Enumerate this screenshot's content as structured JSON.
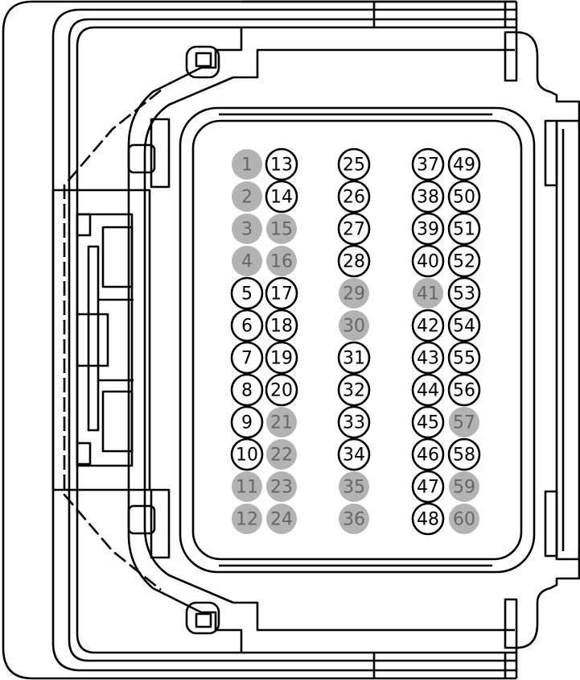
{
  "diagram": {
    "colors": {
      "line": "#000000",
      "background": "#ffffff",
      "unused_pin_fill": "#b3b3b3",
      "unused_pin_text": "#666666",
      "used_pin_fill": "#ffffff",
      "used_pin_text": "#000000"
    },
    "pin_columns": [
      {
        "pins": [
          {
            "number": "1",
            "state": "unused"
          },
          {
            "number": "2",
            "state": "unused"
          },
          {
            "number": "3",
            "state": "unused"
          },
          {
            "number": "4",
            "state": "unused"
          },
          {
            "number": "5",
            "state": "used"
          },
          {
            "number": "6",
            "state": "used"
          },
          {
            "number": "7",
            "state": "used"
          },
          {
            "number": "8",
            "state": "used"
          },
          {
            "number": "9",
            "state": "used"
          },
          {
            "number": "10",
            "state": "used"
          },
          {
            "number": "11",
            "state": "unused"
          },
          {
            "number": "12",
            "state": "unused"
          }
        ]
      },
      {
        "pins": [
          {
            "number": "13",
            "state": "used"
          },
          {
            "number": "14",
            "state": "used"
          },
          {
            "number": "15",
            "state": "unused"
          },
          {
            "number": "16",
            "state": "unused"
          },
          {
            "number": "17",
            "state": "used"
          },
          {
            "number": "18",
            "state": "used"
          },
          {
            "number": "19",
            "state": "used"
          },
          {
            "number": "20",
            "state": "used"
          },
          {
            "number": "21",
            "state": "unused"
          },
          {
            "number": "22",
            "state": "unused"
          },
          {
            "number": "23",
            "state": "unused"
          },
          {
            "number": "24",
            "state": "unused"
          }
        ]
      },
      {
        "pins": [
          {
            "number": "25",
            "state": "used"
          },
          {
            "number": "26",
            "state": "used"
          },
          {
            "number": "27",
            "state": "used"
          },
          {
            "number": "28",
            "state": "used"
          },
          {
            "number": "29",
            "state": "unused"
          },
          {
            "number": "30",
            "state": "unused"
          },
          {
            "number": "31",
            "state": "used"
          },
          {
            "number": "32",
            "state": "used"
          },
          {
            "number": "33",
            "state": "used"
          },
          {
            "number": "34",
            "state": "used"
          },
          {
            "number": "35",
            "state": "unused"
          },
          {
            "number": "36",
            "state": "unused"
          }
        ]
      },
      {
        "pins": [
          {
            "number": "37",
            "state": "used"
          },
          {
            "number": "38",
            "state": "used"
          },
          {
            "number": "39",
            "state": "used"
          },
          {
            "number": "40",
            "state": "used"
          },
          {
            "number": "41",
            "state": "unused"
          },
          {
            "number": "42",
            "state": "used"
          },
          {
            "number": "43",
            "state": "used"
          },
          {
            "number": "44",
            "state": "used"
          },
          {
            "number": "45",
            "state": "used"
          },
          {
            "number": "46",
            "state": "used"
          },
          {
            "number": "47",
            "state": "used"
          },
          {
            "number": "48",
            "state": "used"
          }
        ]
      },
      {
        "pins": [
          {
            "number": "49",
            "state": "used"
          },
          {
            "number": "50",
            "state": "used"
          },
          {
            "number": "51",
            "state": "used"
          },
          {
            "number": "52",
            "state": "used"
          },
          {
            "number": "53",
            "state": "used"
          },
          {
            "number": "54",
            "state": "used"
          },
          {
            "number": "55",
            "state": "used"
          },
          {
            "number": "56",
            "state": "used"
          },
          {
            "number": "57",
            "state": "unused"
          },
          {
            "number": "58",
            "state": "used"
          },
          {
            "number": "59",
            "state": "unused"
          },
          {
            "number": "60",
            "state": "unused"
          }
        ]
      }
    ]
  }
}
